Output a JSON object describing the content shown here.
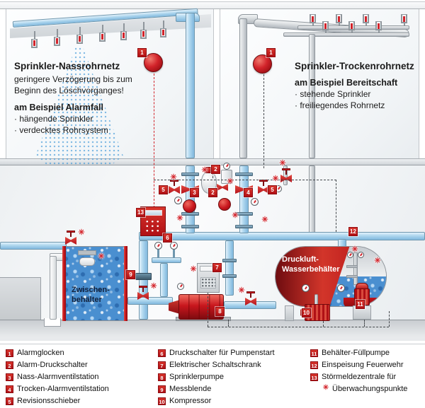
{
  "icons": {
    "monitoring_point": "✳"
  },
  "colors": {
    "accent_red": "#c8161d",
    "pipe_blue": "#b3d9ef",
    "water_blue": "#4a8fd0",
    "steel_grey": "#d4d8db",
    "text_dark": "#1b1b1b"
  },
  "wet_panel": {
    "title": "Sprinkler-Nassrohrnetz",
    "line1": "geringere Verzögerung bis zum",
    "line2": "Beginn des Löschvorganges!",
    "example": "am Beispiel Alarmfall",
    "bullet1": "· hängende Sprinkler",
    "bullet2": "· verdecktes Rohrsystem"
  },
  "dry_panel": {
    "title": "Sprinkler-Trockenrohrnetz",
    "example": "am Beispiel Bereitschaft",
    "bullet1": "· stehende Sprinkler",
    "bullet2": "· freiliegendes Rohrnetz"
  },
  "tanks": {
    "intermediate_line1": "Zwischen-",
    "intermediate_line2": "behälter",
    "pressure_line1": "Druckluft-",
    "pressure_line2": "Wasserbehälter"
  },
  "diagram_badges": {
    "bell_left": "1",
    "bell_right": "1",
    "b2_top": "2",
    "b2_mid": "2",
    "b3": "3",
    "b4": "4",
    "b5_left": "5",
    "b5_right": "5",
    "b6": "6",
    "b7": "7",
    "b8": "8",
    "b9": "9",
    "b10": "10",
    "b11": "11",
    "b12": "12",
    "b13": "13"
  },
  "legend": {
    "items": [
      {
        "num": "1",
        "label": "Alarmglocken"
      },
      {
        "num": "2",
        "label": "Alarm-Druckschalter"
      },
      {
        "num": "3",
        "label": "Nass-Alarmventilstation"
      },
      {
        "num": "4",
        "label": "Trocken-Alarmventilstation"
      },
      {
        "num": "5",
        "label": "Revisionsschieber"
      },
      {
        "num": "6",
        "label": "Druckschalter für Pumpenstart"
      },
      {
        "num": "7",
        "label": "Elektrischer Schaltschrank"
      },
      {
        "num": "8",
        "label": "Sprinklerpumpe"
      },
      {
        "num": "9",
        "label": "Messblende"
      },
      {
        "num": "10",
        "label": "Kompressor"
      },
      {
        "num": "11",
        "label": "Behälter-Füllpumpe"
      },
      {
        "num": "12",
        "label": "Einspeisung Feuerwehr"
      },
      {
        "num": "13",
        "label": "Störmeldezentrale für"
      }
    ],
    "item13_line2": "Überwachungspunkte"
  }
}
